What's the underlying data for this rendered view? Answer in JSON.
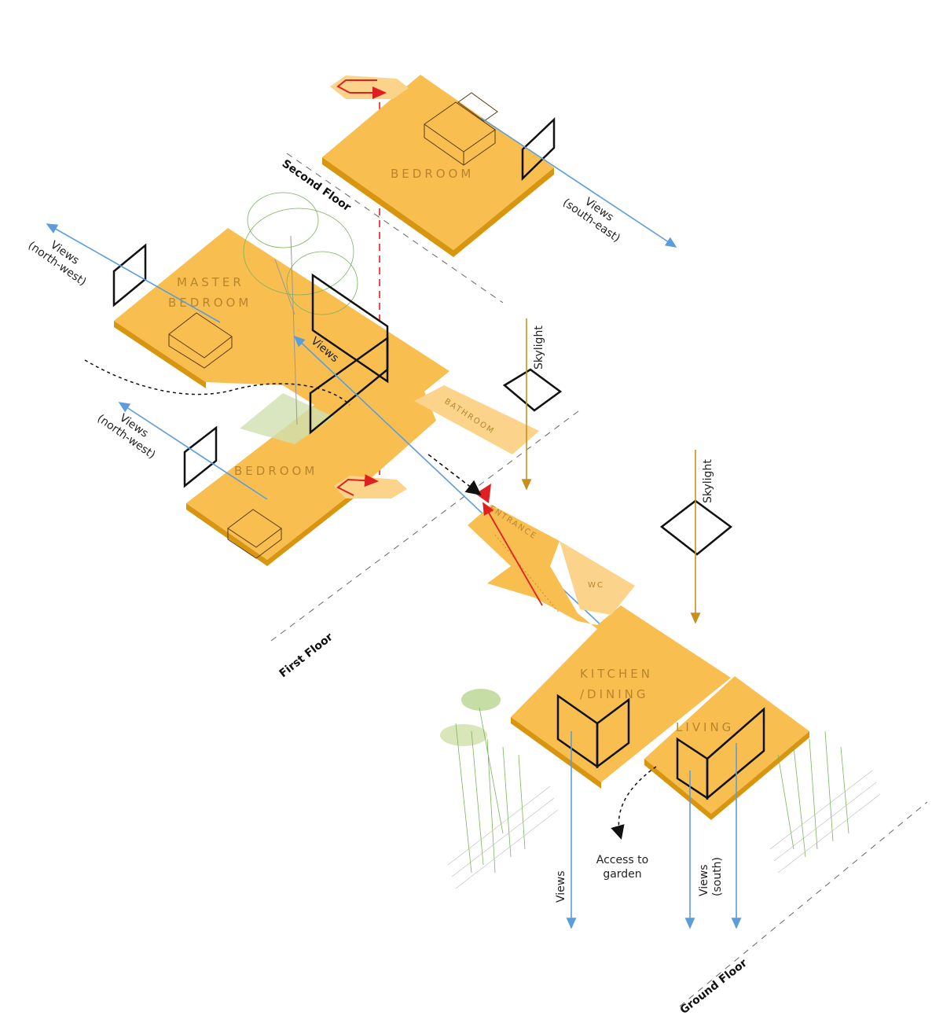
{
  "title": "Isometric floor diagram",
  "colors": {
    "floor_top": "#f8be50",
    "floor_edge": "#d8950f",
    "secondary_room": "#fbd38a",
    "views": "#5b9ddc",
    "skylight": "#c8901a",
    "circulation": "#e02020"
  },
  "floors": {
    "second": "Second Floor",
    "first": "First Floor",
    "ground": "Ground Floor"
  },
  "rooms": {
    "bedroom_top": "BEDROOM",
    "master_line1": "MASTER",
    "master_line2": "BEDROOM",
    "bedroom_first": "BEDROOM",
    "bathroom": "BATHROOM",
    "entrance": "ENTRANCE",
    "wc": "WC",
    "kitchen_line1": "KITCHEN",
    "kitchen_line2": "/DINING",
    "living": "LIVING"
  },
  "annotations": {
    "views_se_1": "Views",
    "views_se_2": "(south-east)",
    "views_nw_top_1": "Views",
    "views_nw_top_2": "(north-west)",
    "views_nw_low_1": "Views",
    "views_nw_low_2": "(north-west)",
    "views_center": "Views",
    "skylight_1": "Skylight",
    "skylight_2": "Skylight",
    "access_1": "Access to",
    "access_2": "garden",
    "views_kitchen": "Views",
    "views_south_1": "Views",
    "views_south_2": "(south)"
  }
}
